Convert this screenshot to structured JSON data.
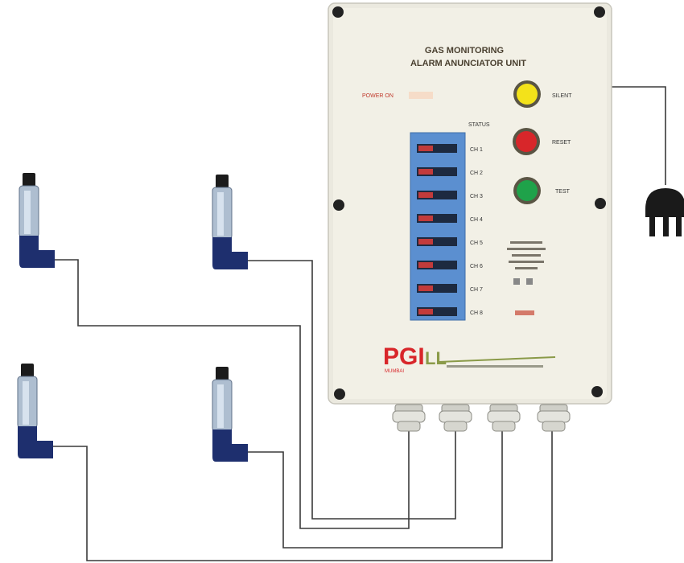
{
  "panel": {
    "title_line1": "GAS MONITORING",
    "title_line2": "ALARM ANUNCIATOR UNIT",
    "power_label": "POWER ON",
    "buttons": [
      {
        "label": "SILENT",
        "color": "#f3e21a"
      },
      {
        "label": "RESET",
        "color": "#d8262a"
      },
      {
        "label": "TEST",
        "color": "#1fa24a"
      }
    ],
    "status_header": "STATUS",
    "channels": [
      "CH 1",
      "CH 2",
      "CH 3",
      "CH 4",
      "CH 5",
      "CH 6",
      "CH 7",
      "CH 8"
    ],
    "brand": "PGI",
    "brand_suffix": "LL",
    "brand_sub": "MUMBAI"
  },
  "wire_color": "#3a3a3a",
  "sensor_color": "#1e2f6e",
  "sensor_count": 4,
  "cable_gland_count": 4
}
